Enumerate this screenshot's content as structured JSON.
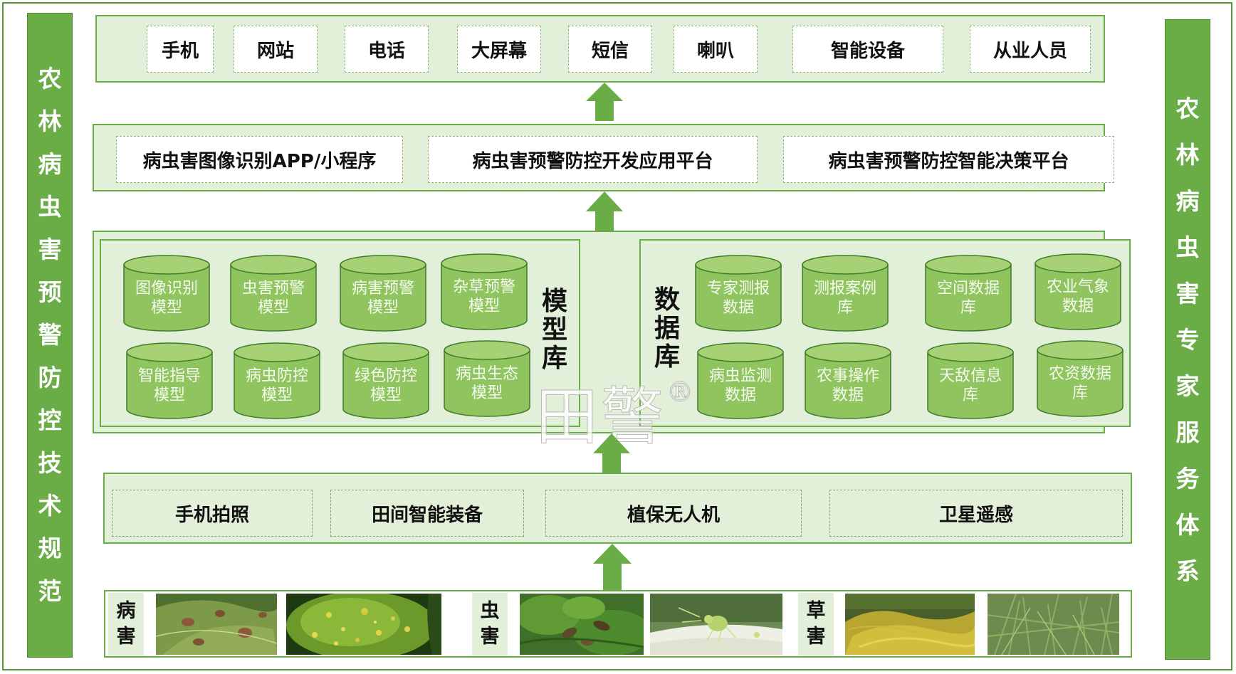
{
  "left_title": [
    "农",
    "林",
    "病",
    "虫",
    "害",
    "预",
    "警",
    "防",
    "控",
    "技",
    "术",
    "规",
    "范"
  ],
  "right_title": [
    "农",
    "林",
    "病",
    "虫",
    "害",
    "专",
    "家",
    "服",
    "务",
    "体",
    "系"
  ],
  "channels": [
    "手机",
    "网站",
    "电话",
    "大屏幕",
    "短信",
    "喇叭",
    "智能设备",
    "从业人员"
  ],
  "platforms": [
    "病虫害图像识别APP/小程序",
    "病虫害预警防控开发应用平台",
    "病虫害预警防控智能决策平台"
  ],
  "model_library": {
    "label": [
      "模",
      "型",
      "库"
    ],
    "items": [
      "图像识别模型",
      "虫害预警模型",
      "病害预警模型",
      "杂草预警模型",
      "智能指导模型",
      "病虫防控模型",
      "绿色防控模型",
      "病虫生态模型"
    ]
  },
  "data_library": {
    "label": [
      "数",
      "据",
      "库"
    ],
    "items": [
      "专家测报数据",
      "测报案例库",
      "空间数据库",
      "农业气象数据",
      "病虫监测数据",
      "农事操作数据",
      "天敌信息库",
      "农资数据库"
    ]
  },
  "collection": [
    "手机拍照",
    "田间智能装备",
    "植保无人机",
    "卫星遥感"
  ],
  "categories": {
    "disease": [
      "病",
      "害"
    ],
    "pest": [
      "虫",
      "害"
    ],
    "weed": [
      "草",
      "害"
    ]
  },
  "watermark": {
    "text": "田警",
    "mark": "®"
  },
  "colors": {
    "accent": "#6aad46",
    "band_fill": "#e2efd9",
    "cylinder": "#8fc45f",
    "arrow": "#6aad46"
  }
}
